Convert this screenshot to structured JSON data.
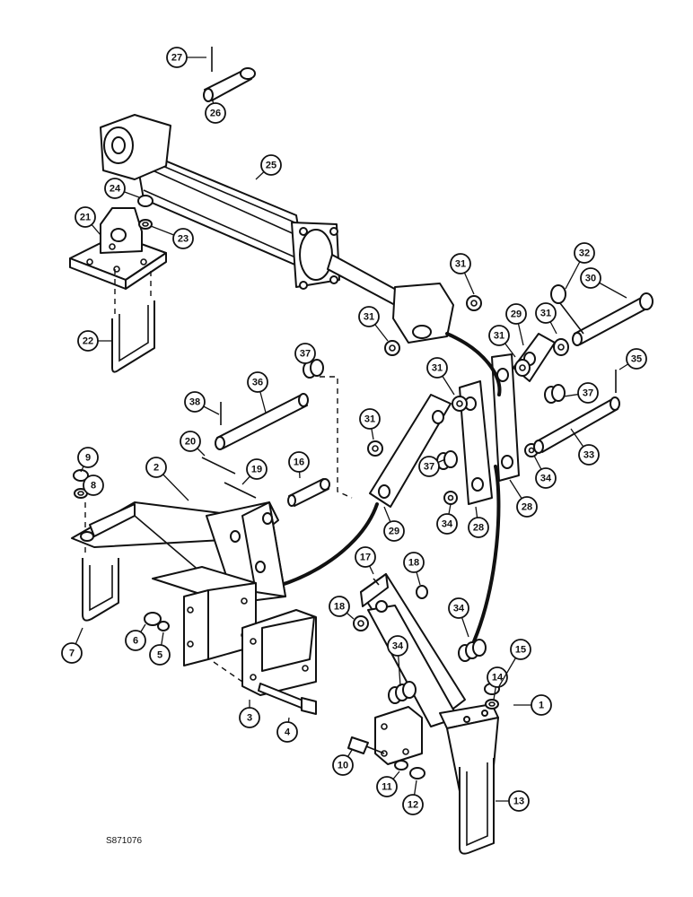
{
  "figure_id": "S871076",
  "callouts": [
    {
      "n": "1"
    },
    {
      "n": "2"
    },
    {
      "n": "3"
    },
    {
      "n": "4"
    },
    {
      "n": "5"
    },
    {
      "n": "6"
    },
    {
      "n": "7"
    },
    {
      "n": "8"
    },
    {
      "n": "9"
    },
    {
      "n": "10"
    },
    {
      "n": "11"
    },
    {
      "n": "12"
    },
    {
      "n": "13"
    },
    {
      "n": "14"
    },
    {
      "n": "15"
    },
    {
      "n": "16"
    },
    {
      "n": "17"
    },
    {
      "n": "18"
    },
    {
      "n": "18"
    },
    {
      "n": "19"
    },
    {
      "n": "20"
    },
    {
      "n": "21"
    },
    {
      "n": "22"
    },
    {
      "n": "23"
    },
    {
      "n": "24"
    },
    {
      "n": "25"
    },
    {
      "n": "26"
    },
    {
      "n": "27"
    },
    {
      "n": "28"
    },
    {
      "n": "28"
    },
    {
      "n": "29"
    },
    {
      "n": "29"
    },
    {
      "n": "30"
    },
    {
      "n": "31"
    },
    {
      "n": "31"
    },
    {
      "n": "31"
    },
    {
      "n": "31"
    },
    {
      "n": "31"
    },
    {
      "n": "31"
    },
    {
      "n": "32"
    },
    {
      "n": "33"
    },
    {
      "n": "34"
    },
    {
      "n": "34"
    },
    {
      "n": "34"
    },
    {
      "n": "34"
    },
    {
      "n": "35"
    },
    {
      "n": "36"
    },
    {
      "n": "37"
    },
    {
      "n": "37"
    },
    {
      "n": "37"
    },
    {
      "n": "38"
    }
  ]
}
